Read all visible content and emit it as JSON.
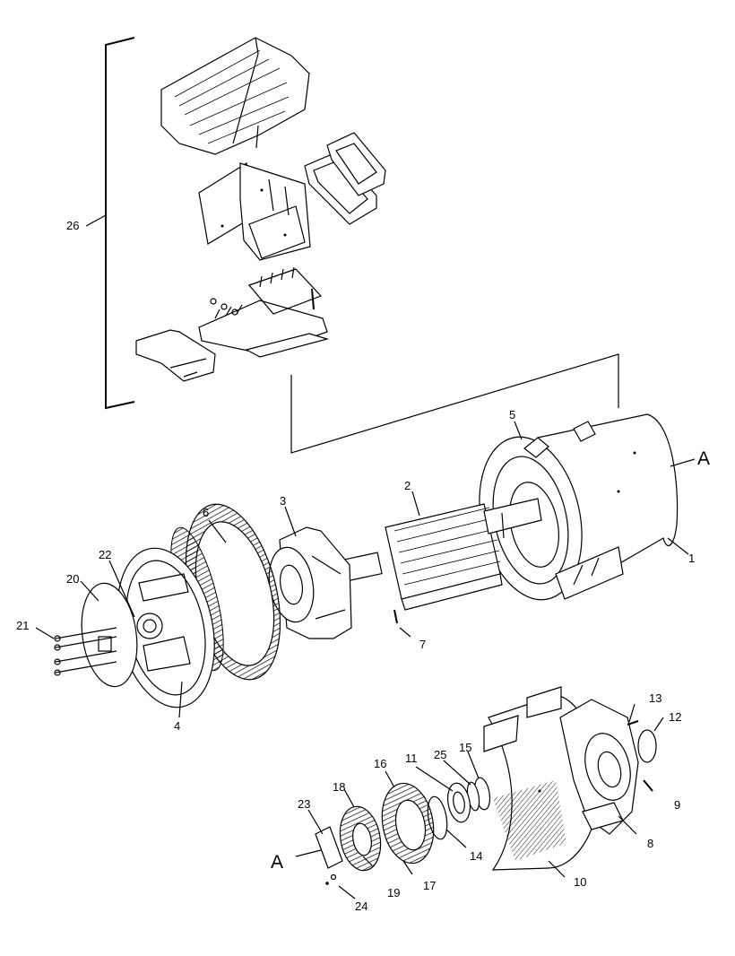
{
  "callouts": {
    "c1": "1",
    "c2": "2",
    "c3": "3",
    "c4": "4",
    "c5": "5",
    "c6": "6",
    "c7": "7",
    "c8": "8",
    "c9": "9",
    "c10": "10",
    "c11": "11",
    "c12": "12",
    "c13": "13",
    "c14": "14",
    "c15": "15",
    "c16": "16",
    "c17": "17",
    "c18": "18",
    "c19": "19",
    "c20": "20",
    "c21": "21",
    "c22": "22",
    "c23": "23",
    "c24": "24",
    "c25": "25",
    "c26": "26"
  },
  "reference_marks": {
    "a_right": "A",
    "a_left": "A"
  }
}
